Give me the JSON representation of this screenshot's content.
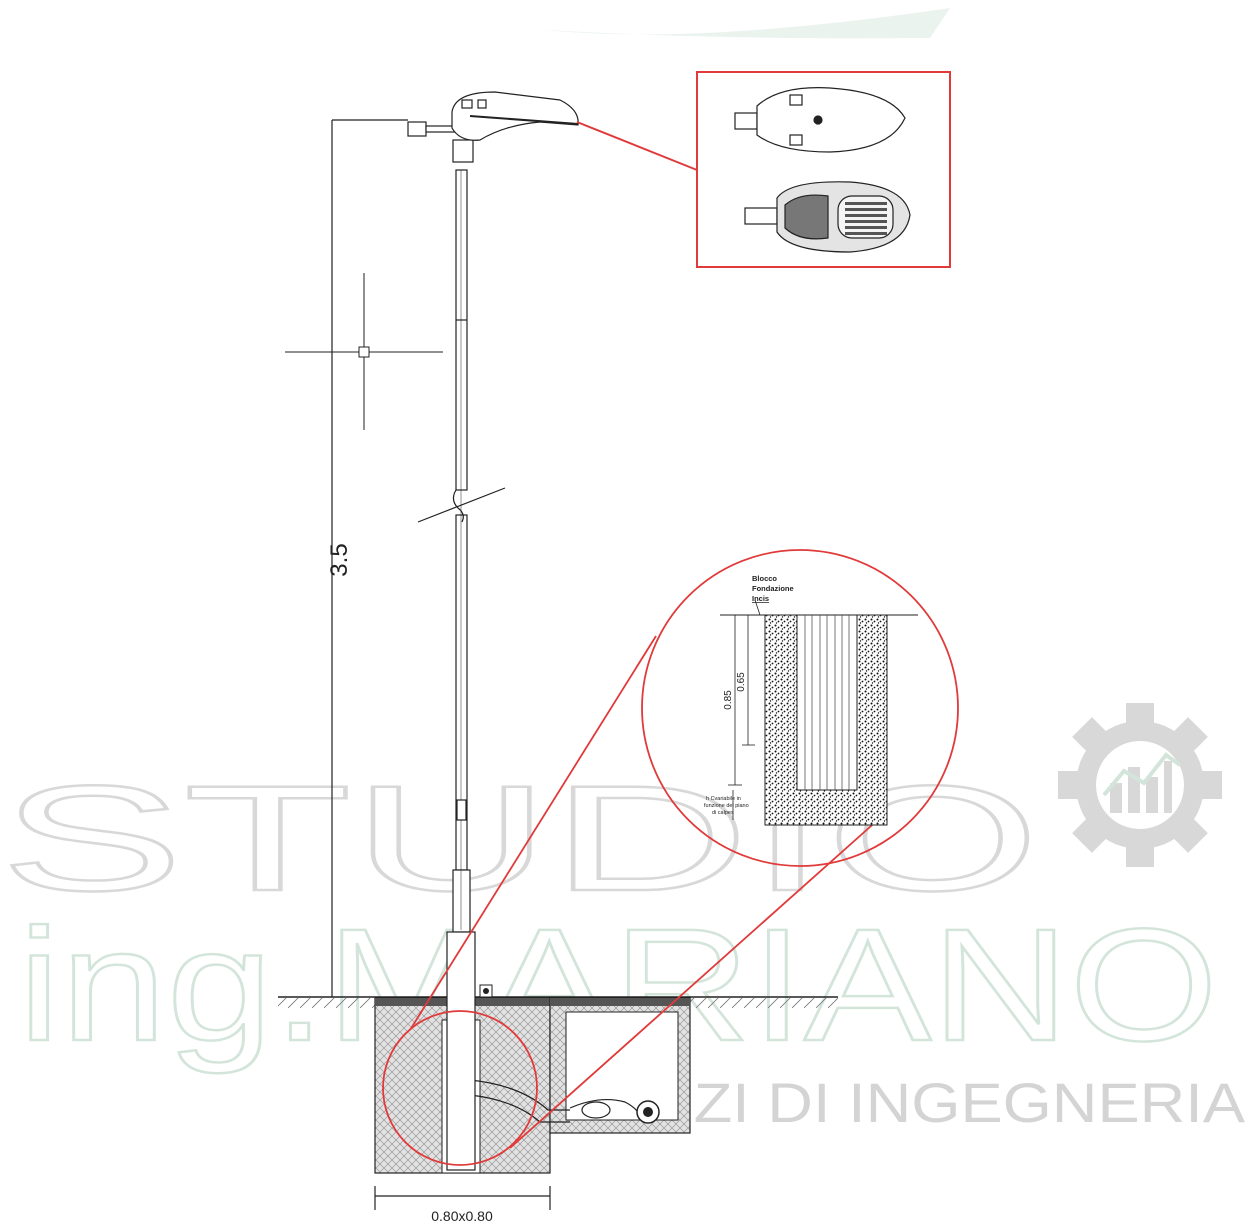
{
  "drawing": {
    "pole_height": "3.5",
    "foundation_size": "0.80x0.80"
  },
  "detail": {
    "label_lines": [
      "Blocco",
      "Fondazione",
      "Incis"
    ],
    "depth_outer": "0.85",
    "depth_inner": "0.65",
    "note_lines": [
      "h Cvariabile in",
      "funzione del piano",
      "di calpes"
    ]
  },
  "watermark": {
    "line1": "STUDIO",
    "line2": "ing.MARIANO",
    "line3": "SERVIZI DI INGEGNERIA"
  },
  "colors": {
    "callout": "#e03a3a",
    "watermark_green": "#cfe3d8",
    "watermark_gray": "#d6d6d6",
    "concrete": "#cfcfcf"
  }
}
